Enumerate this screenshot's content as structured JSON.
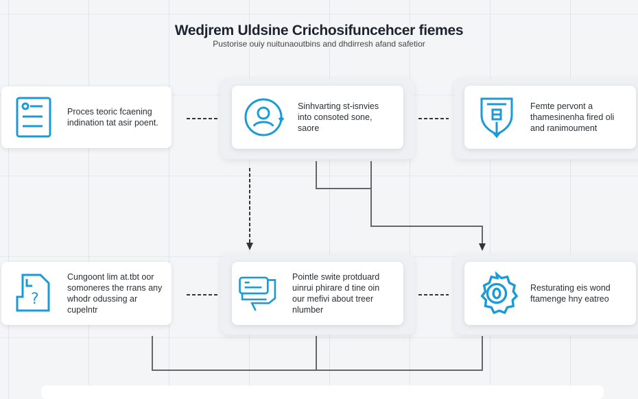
{
  "title": "Wedjrem Uldsine Crichosifuncehcer fiemes",
  "subtitle": "Pustorise ouiy nuitunaoutbins and dhdirresh afand safetior",
  "colors": {
    "accent": "#1a9ad6",
    "line": "#555b63"
  },
  "cards": [
    {
      "icon": "document-list-icon",
      "text": "Proces teoric fcaening indination tat asir poent."
    },
    {
      "icon": "user-circle-icon",
      "text": "Sinhvarting st-isnvies into consoted sone, saore"
    },
    {
      "icon": "shield-icon",
      "text": "Femte pervont a thamesinenha fired oli and ranimoument"
    },
    {
      "icon": "folder-question-icon",
      "text": "Cungoont lim at.tbt oor somoneres the rrans any whodr odussing ar cupelntr"
    },
    {
      "icon": "server-stack-icon",
      "text": "Pointle swite protduard uinrui phirare d tine oin our mefivi about treer nlumber"
    },
    {
      "icon": "gear-badge-icon",
      "text": "Resturating eis wond ftamenge hny eatreo"
    }
  ]
}
